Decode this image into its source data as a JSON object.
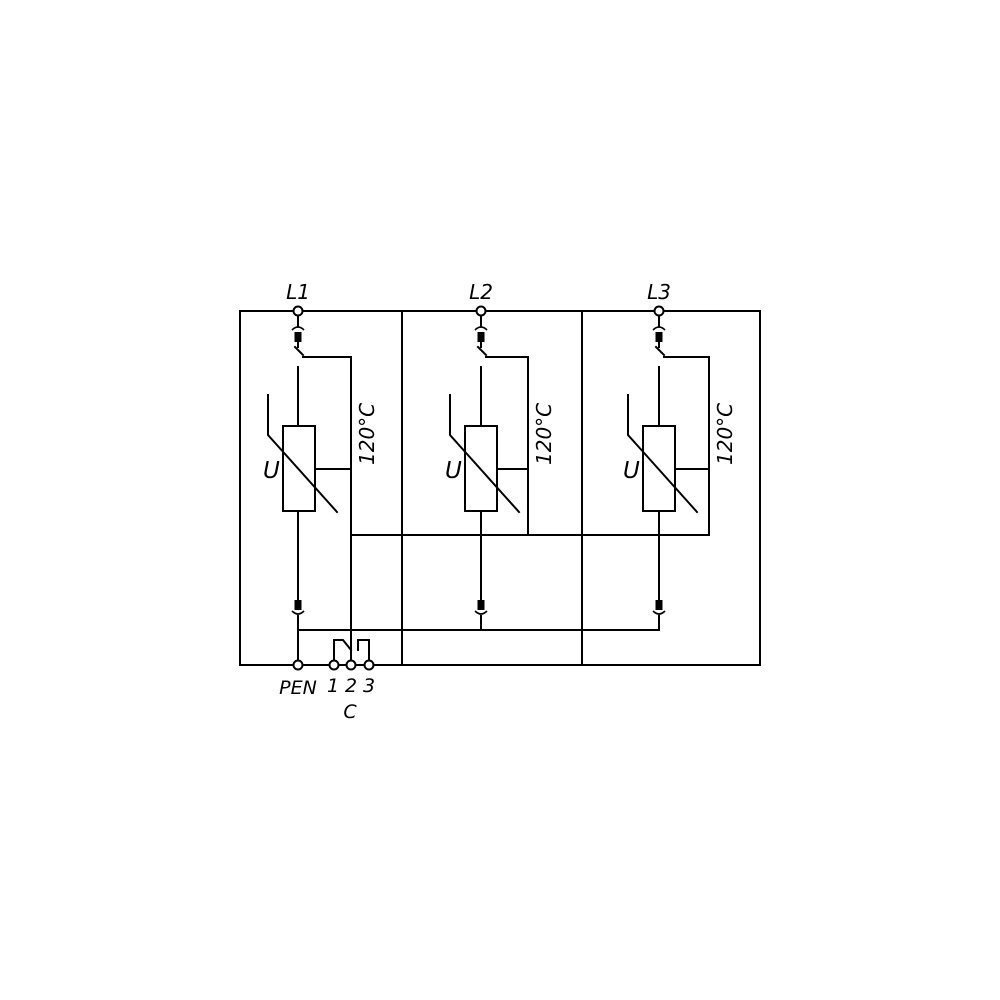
{
  "terminals": {
    "l1": "L1",
    "l2": "L2",
    "l3": "L3",
    "pen": "PEN",
    "c1": "1",
    "c2": "2",
    "c3": "3",
    "c_group": "C"
  },
  "modules": [
    {
      "varistor_label": "U",
      "thermal_label": "120°C"
    },
    {
      "varistor_label": "U",
      "thermal_label": "120°C"
    },
    {
      "varistor_label": "U",
      "thermal_label": "120°C"
    }
  ]
}
